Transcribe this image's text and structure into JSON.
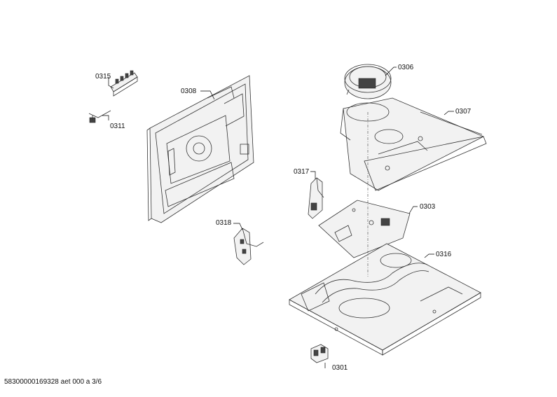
{
  "labels": {
    "p0315": "0315",
    "p0311": "0311",
    "p0308": "0308",
    "p0318": "0318",
    "p0306": "0306",
    "p0307": "0307",
    "p0317": "0317",
    "p0303": "0303",
    "p0316": "0316",
    "p0301": "0301"
  },
  "footer": "58300000169328 aet 000 a 3/6"
}
